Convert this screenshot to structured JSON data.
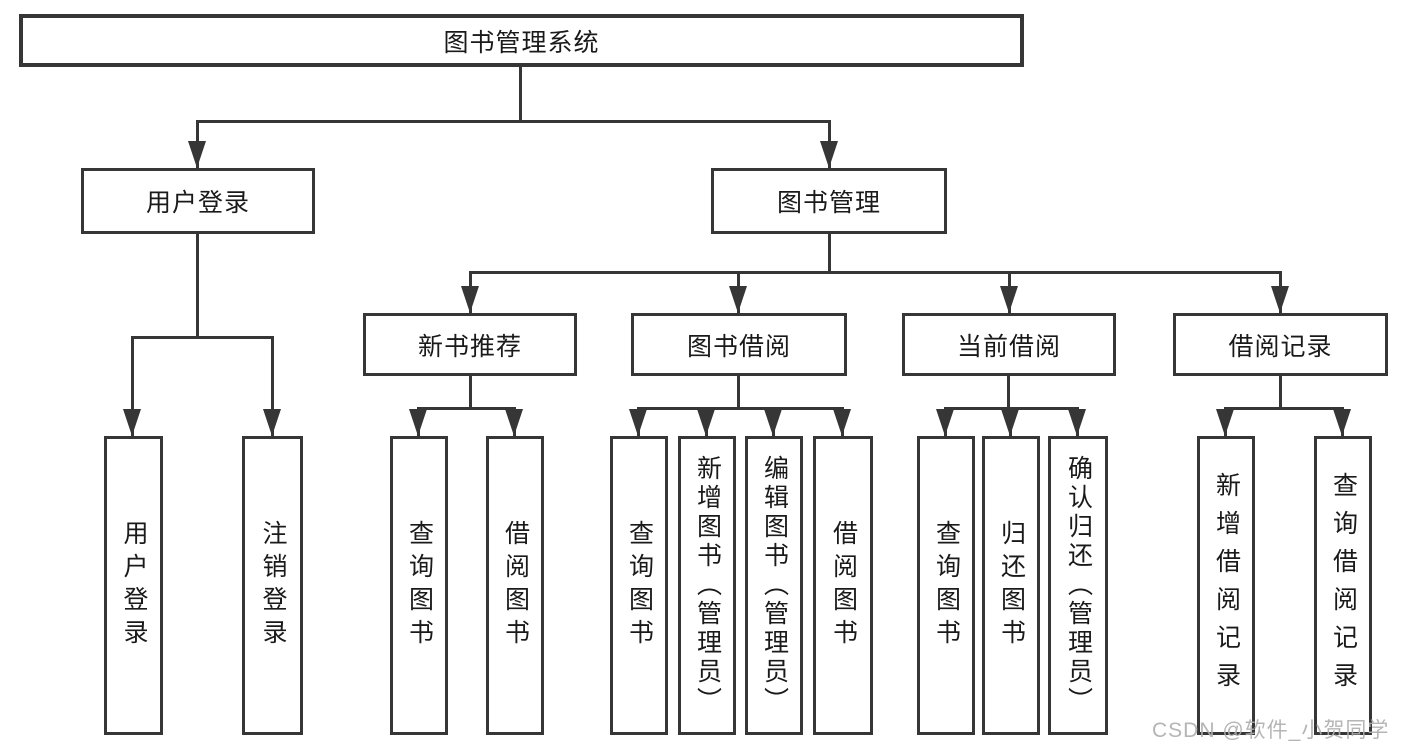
{
  "colors": {
    "line": "#363636",
    "text": "#1a1a1a",
    "background": "#ffffff",
    "watermark": "#afafaf"
  },
  "tree": {
    "root": {
      "label": "图书管理系统"
    },
    "branches": [
      {
        "label": "用户登录",
        "children": [
          {
            "label": "用户登录"
          },
          {
            "label": "注销登录"
          }
        ]
      },
      {
        "label": "图书管理",
        "children": [
          {
            "label": "新书推荐",
            "children": [
              {
                "label": "查询图书"
              },
              {
                "label": "借阅图书"
              }
            ]
          },
          {
            "label": "图书借阅",
            "children": [
              {
                "label": "查询图书"
              },
              {
                "label": "新增图书（管理员）"
              },
              {
                "label": "编辑图书（管理员）"
              },
              {
                "label": "借阅图书"
              }
            ]
          },
          {
            "label": "当前借阅",
            "children": [
              {
                "label": "查询图书"
              },
              {
                "label": "归还图书"
              },
              {
                "label": "确认归还（管理员）"
              }
            ]
          },
          {
            "label": "借阅记录",
            "children": [
              {
                "label": "新增借阅记录"
              },
              {
                "label": "查询借阅记录"
              }
            ]
          }
        ]
      }
    ]
  },
  "watermark": {
    "text": "CSDN @软件_小贺同学"
  }
}
